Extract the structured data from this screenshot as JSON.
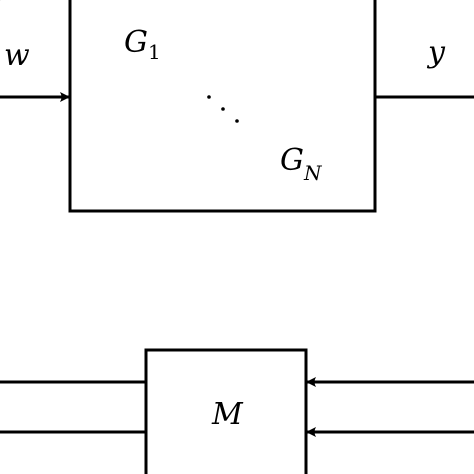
{
  "diagram": {
    "top_block": {
      "label_g1_base": "G",
      "label_g1_sub": "1",
      "ellipsis": "⋱",
      "label_gn_base": "G",
      "label_gn_sub": "N"
    },
    "input_label": "w",
    "output_label": "y",
    "bottom_block": {
      "label": "M"
    }
  }
}
